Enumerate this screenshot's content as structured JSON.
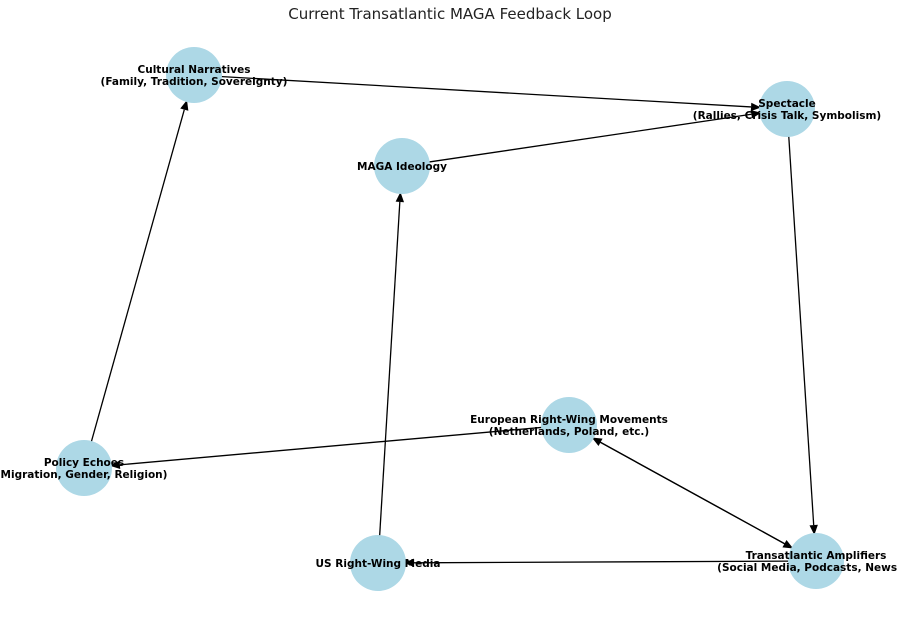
{
  "title": "Current Transatlantic MAGA Feedback Loop",
  "node_color": "#add8e6",
  "edge_color": "#000000",
  "nodes": [
    {
      "id": "maga",
      "lines": [
        "MAGA Ideology"
      ]
    },
    {
      "id": "media",
      "lines": [
        "US Right-Wing Media"
      ]
    },
    {
      "id": "amplifiers",
      "lines": [
        "Transatlantic Amplifiers",
        "(Social Media, Podcasts, News Or"
      ]
    },
    {
      "id": "european",
      "lines": [
        "European Right-Wing Movements",
        "(Netherlands, Poland, etc.)"
      ]
    },
    {
      "id": "policy",
      "lines": [
        "Policy Echoes",
        "Migration, Gender, Religion)"
      ]
    },
    {
      "id": "cultural",
      "lines": [
        "Cultural Narratives",
        "(Family, Tradition, Sovereignty)"
      ]
    },
    {
      "id": "spectacle",
      "lines": [
        "Spectacle",
        "(Rallies, Crisis Talk, Symbolism)"
      ]
    }
  ],
  "edges": [
    {
      "from": "maga",
      "to": "spectacle"
    },
    {
      "from": "spectacle",
      "to": "amplifiers"
    },
    {
      "from": "amplifiers",
      "to": "media"
    },
    {
      "from": "media",
      "to": "maga"
    },
    {
      "from": "amplifiers",
      "to": "european"
    },
    {
      "from": "european",
      "to": "amplifiers"
    },
    {
      "from": "european",
      "to": "policy"
    },
    {
      "from": "policy",
      "to": "cultural"
    },
    {
      "from": "cultural",
      "to": "spectacle"
    }
  ]
}
